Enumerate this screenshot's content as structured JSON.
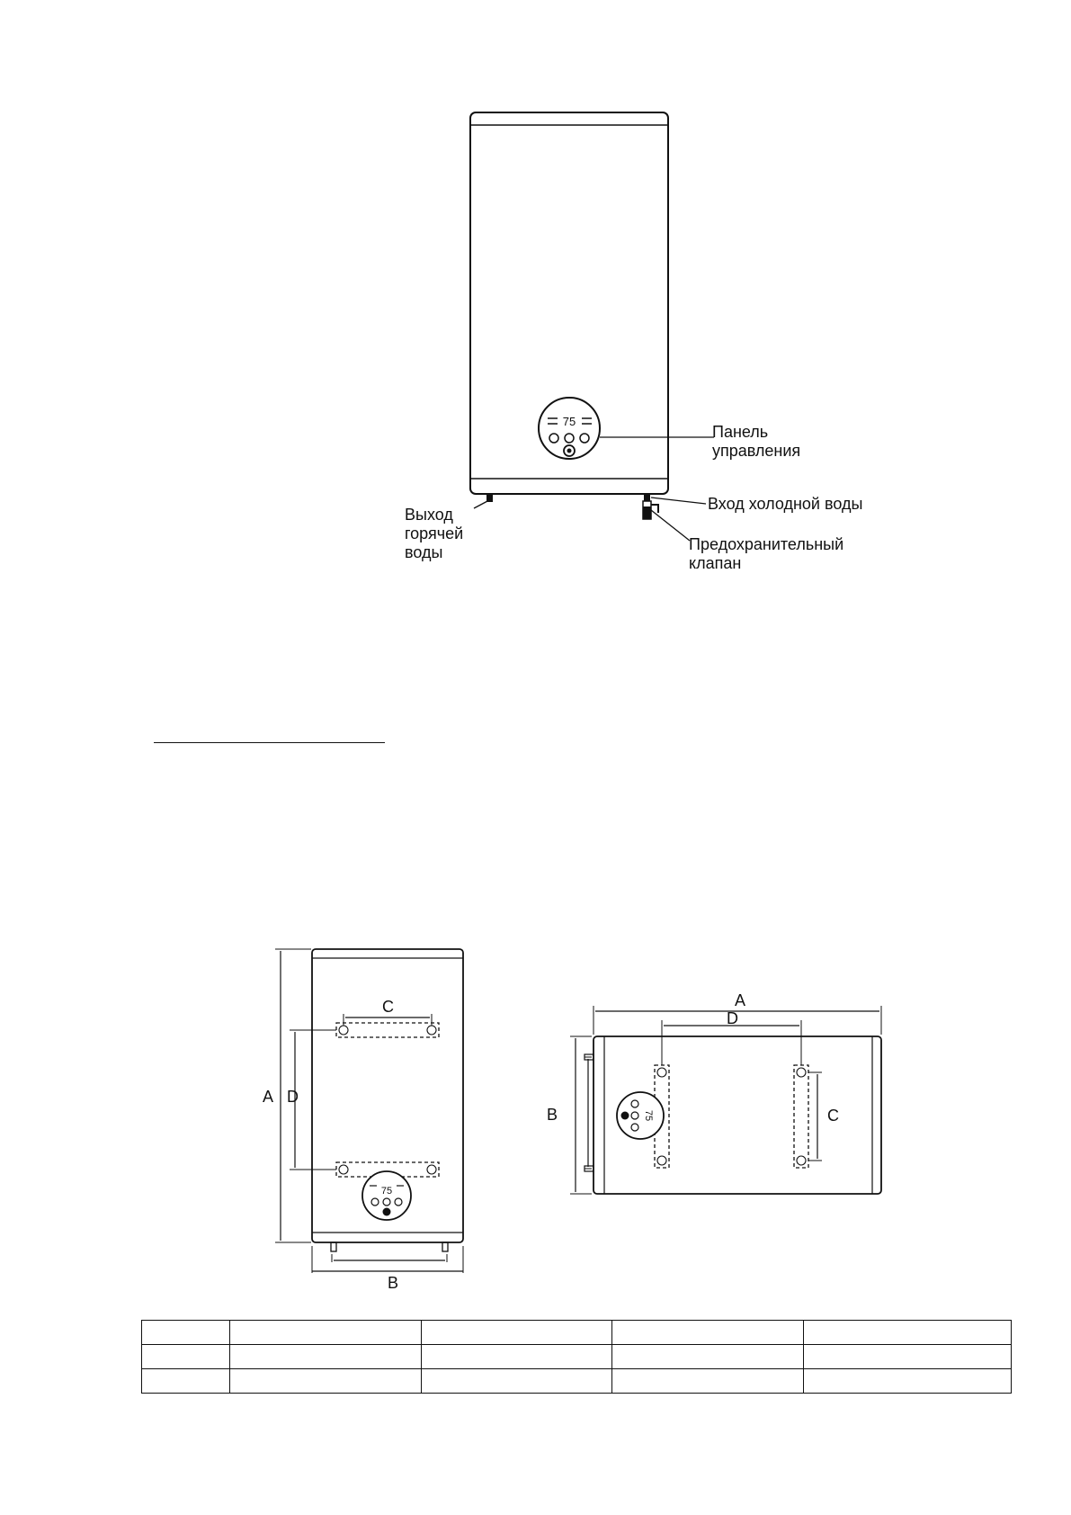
{
  "front_view": {
    "display_value": "75",
    "labels": {
      "control_panel": [
        "Панель",
        "управления"
      ],
      "cold_water_inlet": "Вход холодной воды",
      "hot_water_outlet": [
        "Выход",
        "горячей",
        "воды"
      ],
      "safety_valve": [
        "Предохранительный",
        "клапан"
      ]
    }
  },
  "dimension_drawings": {
    "vertical": {
      "dims": {
        "a": "A",
        "b": "B",
        "c": "C",
        "d": "D"
      },
      "display_value": "75"
    },
    "horizontal": {
      "dims": {
        "a": "A",
        "b": "B",
        "c": "C",
        "d": "D"
      },
      "display_value": "75"
    }
  },
  "table": {
    "rows": [
      [
        "",
        "",
        "",
        "",
        ""
      ],
      [
        "",
        "",
        "",
        "",
        ""
      ],
      [
        "",
        "",
        "",
        "",
        ""
      ]
    ]
  }
}
